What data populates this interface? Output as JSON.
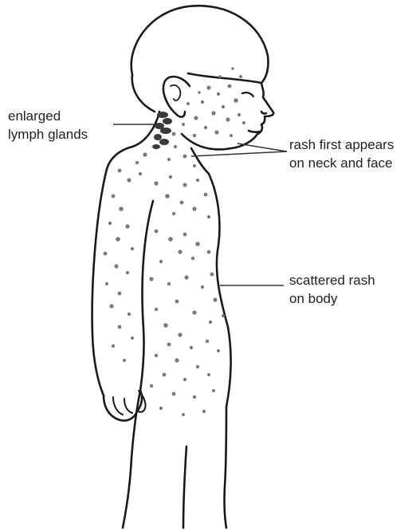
{
  "labels": {
    "enlarged_glands": {
      "line1": "enlarged",
      "line2": "lymph glands"
    },
    "rash_face": {
      "line1": "rash first appears",
      "line2": "on neck and face"
    },
    "rash_body": {
      "line1": "scattered rash",
      "line2": "on body"
    }
  },
  "colors": {
    "outline": "#1a1a1a",
    "rash": "#7a7a7a",
    "gland": "#3a3a3a",
    "leader_line": "#333333"
  }
}
